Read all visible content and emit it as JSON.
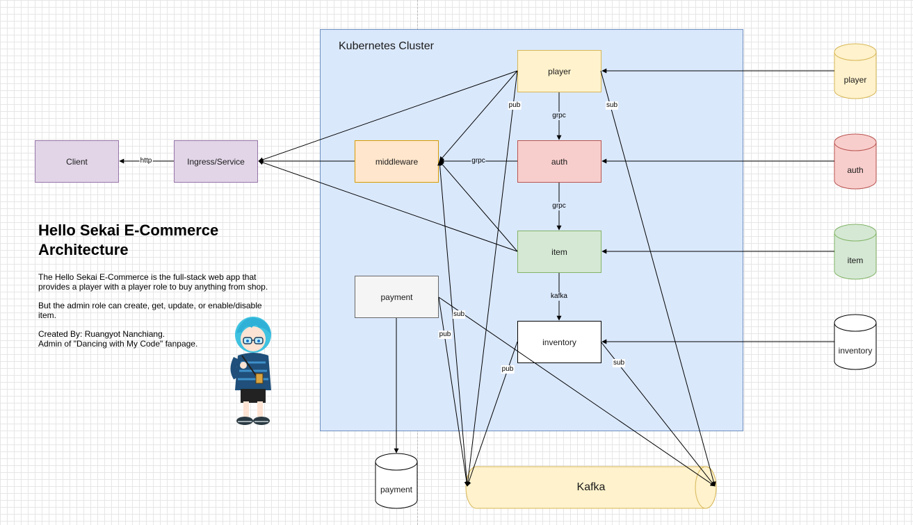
{
  "cluster": {
    "label": "Kubernetes Cluster"
  },
  "nodes": {
    "client": "Client",
    "ingress": "Ingress/Service",
    "middleware": "middleware",
    "player": "player",
    "auth": "auth",
    "item": "item",
    "payment": "payment",
    "inventory": "inventory"
  },
  "databases": {
    "player": "player",
    "auth": "auth",
    "item": "item",
    "inventory": "inventory",
    "payment": "payment"
  },
  "kafka": {
    "label": "Kafka"
  },
  "edge_labels": {
    "http": "http",
    "grpc_middleware": "grpc",
    "grpc_player_auth": "grpc",
    "grpc_auth_item": "grpc",
    "kafka_item_inventory": "kafka",
    "pub_player": "pub",
    "sub_player": "sub",
    "sub_payment": "sub",
    "pub_payment": "pub",
    "pub_inventory": "pub",
    "sub_inventory": "sub"
  },
  "text": {
    "title": "Hello Sekai E-Commerce Architecture",
    "para1": "The Hello Sekai E-Commerce is the full-stack web app that provides a player with a player role to buy anything from shop.",
    "para2": "But the admin role can create, get, update, or enable/disable item.",
    "credit1": "Created By: Ruangyot Nanchiang.",
    "credit2": "Admin of \"Dancing with My Code\" fanpage."
  },
  "colors": {
    "cluster_fill": "#dae8fc",
    "purple": "#e1d5e7",
    "orange": "#ffe6cc",
    "yellow": "#fff2cc",
    "red": "#f8cecc",
    "green": "#d5e8d4",
    "gray": "#f5f5f5"
  },
  "icons": {
    "mascot": "chibi-mascot-illustration"
  }
}
